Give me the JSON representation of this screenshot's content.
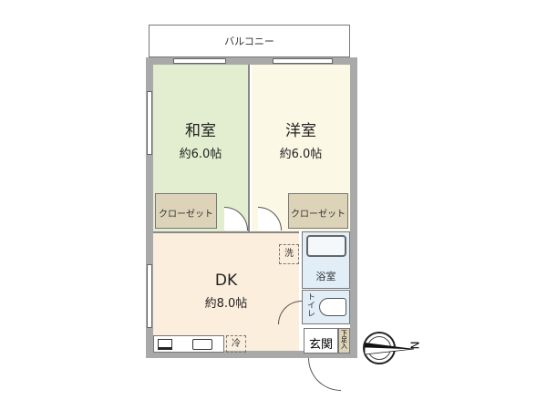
{
  "floorplan": {
    "balcony": {
      "label": "バルコニー"
    },
    "rooms": [
      {
        "id": "washitsu",
        "name": "和室",
        "size": "約6.0帖",
        "color": "#e3edcf"
      },
      {
        "id": "youshitsu",
        "name": "洋室",
        "size": "約6.0帖",
        "color": "#fbf8e6"
      },
      {
        "id": "dk",
        "name": "DK",
        "size": "約8.0帖",
        "color": "#fbeedc"
      },
      {
        "id": "bath",
        "name": "浴室",
        "color": "#e1eef8"
      },
      {
        "id": "toilet",
        "name": "トイレ",
        "color": "#e1eef8"
      },
      {
        "id": "genkan",
        "name": "玄関",
        "color": "#ffffff"
      }
    ],
    "closets": [
      {
        "label": "クローゼット"
      },
      {
        "label": "クローゼット"
      }
    ],
    "fixtures": {
      "washer": "洗",
      "fridge": "冷",
      "shoe_box": "下足入"
    },
    "compass": {
      "label": "N",
      "icon": "compass-icon"
    },
    "colors": {
      "wall": "#a9a9a9",
      "closet": "#ddd3b8",
      "line": "#555555"
    }
  }
}
